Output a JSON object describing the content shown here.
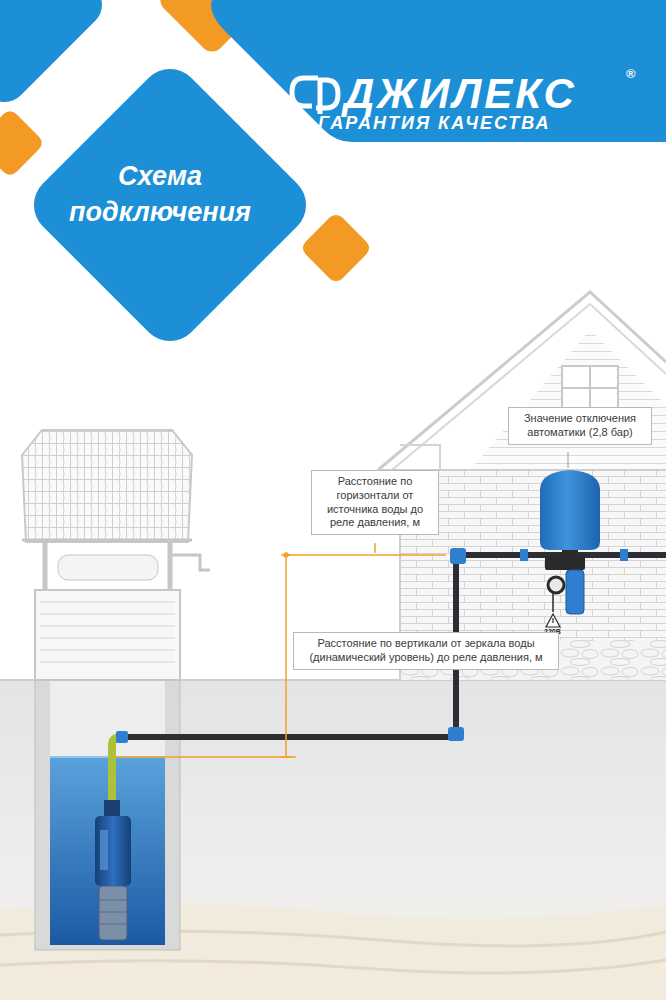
{
  "diagram": {
    "title": "Схема подключения",
    "nodes": [
      {
        "text": [
          "Значение отключения автоматики (2,8 бар)"
        ]
      },
      {
        "text": [
          "Расстояние по горизонтали от источника воды до реле давления, м"
        ]
      },
      {
        "text": [
          "Расстояние по вертикали от зеркала воды (динамический уровень) до реле давления, м"
        ]
      }
    ],
    "labels": [
      "ДЖИЛЕКС",
      "®",
      "ГАРАНТИЯ КАЧЕСТВА",
      "220В"
    ]
  }
}
